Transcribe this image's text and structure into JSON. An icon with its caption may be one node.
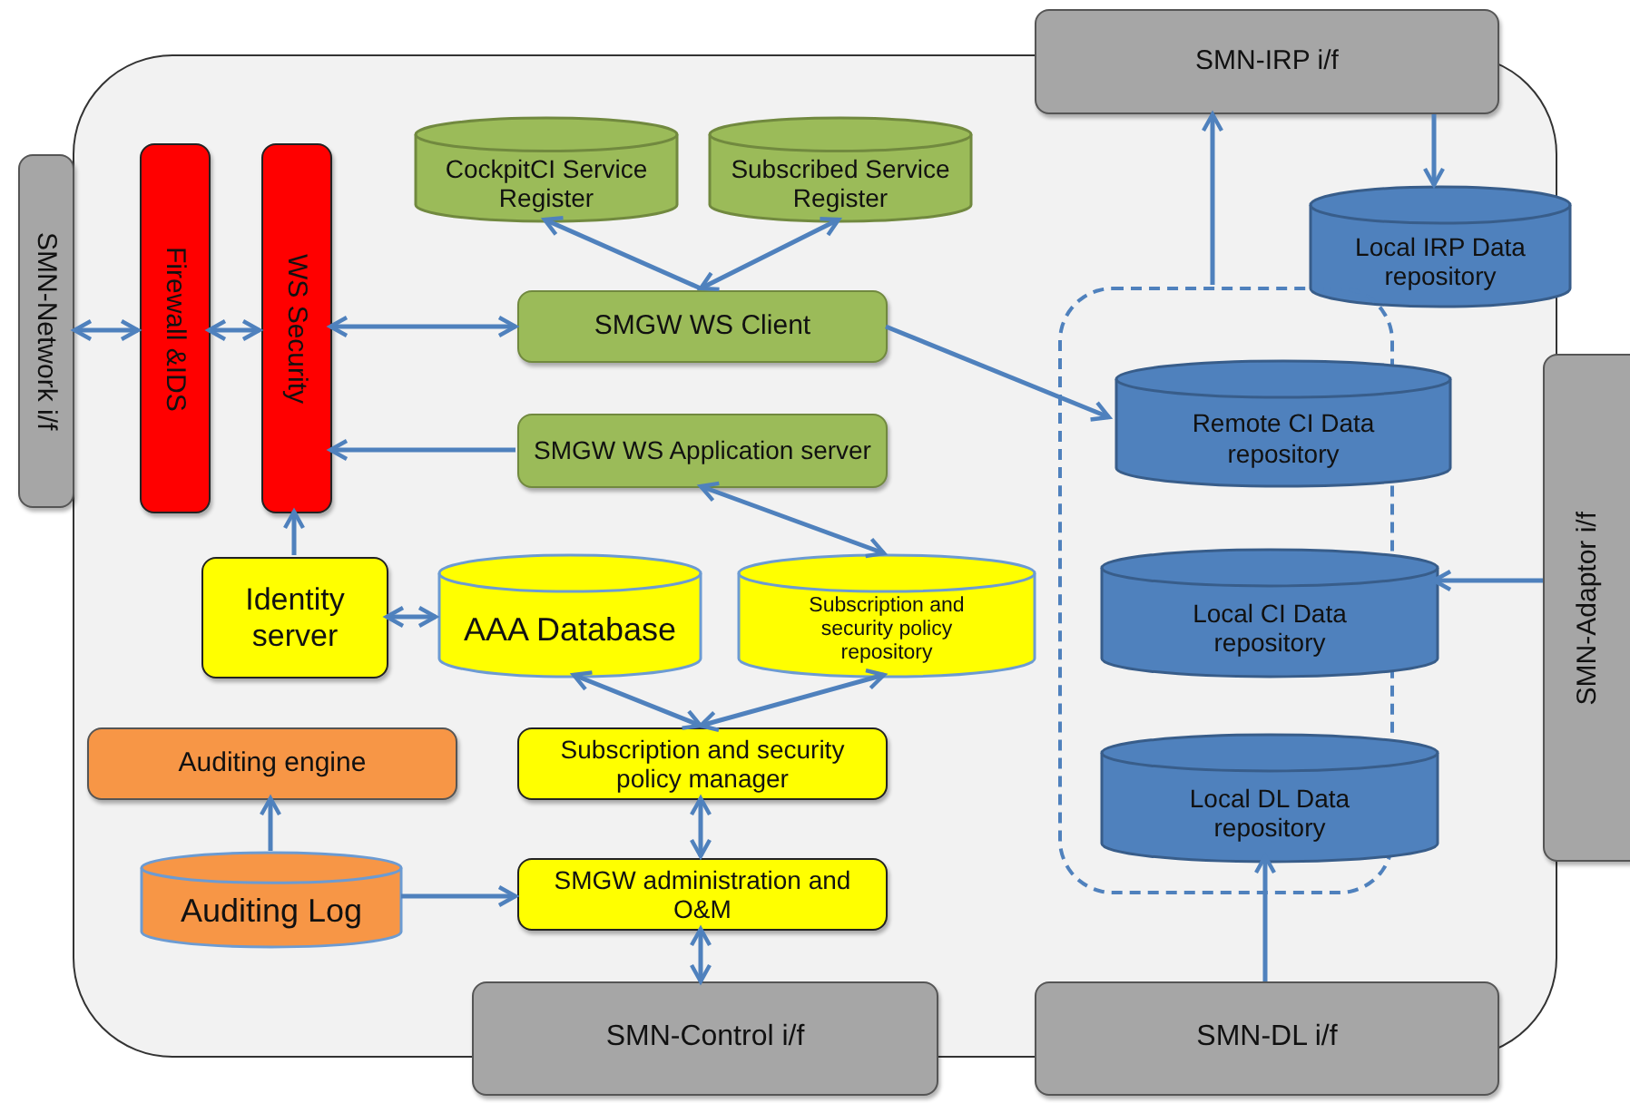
{
  "diagram": {
    "nodes": [
      {
        "text": [],
        "shape": "box"
      },
      {
        "text": [
          "SMN-IRP i/f"
        ]
      },
      {
        "text": [
          "SMN-Network i/f"
        ]
      },
      {
        "text": [
          "Firewall &IDS"
        ],
        "in": 0
      },
      {
        "text": [
          "WS Security"
        ],
        "in": 0
      },
      {
        "text": [
          "CockpitCI Service Register"
        ],
        "in": 0
      },
      {
        "text": [
          "Subscribed Service Register"
        ],
        "in": 0
      },
      {
        "text": [
          "Local IRP Data repository"
        ],
        "in": 0
      },
      {
        "text": [
          "SMGW WS Client"
        ],
        "in": 0
      },
      {
        "text": [
          "SMGW WS Application server"
        ],
        "in": 0
      },
      {
        "text": [],
        "shape": "box",
        "in": 0
      },
      {
        "text": [
          "Remote CI Data repository"
        ],
        "in": 10
      },
      {
        "text": [
          "Local CI Data repository"
        ],
        "in": 10
      },
      {
        "text": [
          "Local DL Data repository"
        ],
        "in": 10
      },
      {
        "text": [
          "SMN-Adaptor i/f"
        ]
      },
      {
        "text": [
          "Identity server"
        ],
        "in": 0
      },
      {
        "text": [
          "AAA Database"
        ],
        "in": 0
      },
      {
        "text": [
          "Subscription and security policy repository"
        ],
        "in": 0
      },
      {
        "text": [
          "Auditing engine"
        ],
        "in": 0
      },
      {
        "text": [
          "Subscription and security policy manager"
        ],
        "in": 0
      },
      {
        "text": [
          "Auditing Log"
        ],
        "in": 0
      },
      {
        "text": [
          "SMGW administration and O&M"
        ],
        "in": 0
      },
      {
        "text": [
          "SMN-Control i/f"
        ]
      },
      {
        "text": [
          "SMN-DL i/f"
        ]
      }
    ],
    "edges": [
      {
        "from": 2,
        "to": 3,
        "arrow": "both"
      },
      {
        "from": 3,
        "to": 4,
        "arrow": "both"
      },
      {
        "from": 4,
        "to": 8,
        "arrow": "both"
      },
      {
        "from": 8,
        "to": 5,
        "arrow": "to"
      },
      {
        "from": 8,
        "to": 6,
        "arrow": "both"
      },
      {
        "from": 9,
        "to": 4,
        "arrow": "to"
      },
      {
        "from": 9,
        "to": 17,
        "arrow": "both"
      },
      {
        "from": 8,
        "to": 11,
        "arrow": "to"
      },
      {
        "from": 10,
        "to": 1,
        "arrow": "to"
      },
      {
        "from": 1,
        "to": 7,
        "arrow": "to"
      },
      {
        "from": 14,
        "to": 12,
        "arrow": "to"
      },
      {
        "from": 23,
        "to": 13,
        "arrow": "to"
      },
      {
        "from": 15,
        "to": 4,
        "arrow": "to"
      },
      {
        "from": 15,
        "to": 16,
        "arrow": "both"
      },
      {
        "from": 19,
        "to": 16,
        "arrow": "both"
      },
      {
        "from": 19,
        "to": 17,
        "arrow": "both"
      },
      {
        "from": 19,
        "to": 21,
        "arrow": "both"
      },
      {
        "from": 21,
        "to": 22,
        "arrow": "both"
      },
      {
        "from": 20,
        "to": 18,
        "arrow": "to"
      },
      {
        "from": 20,
        "to": 21,
        "arrow": "to"
      }
    ]
  }
}
